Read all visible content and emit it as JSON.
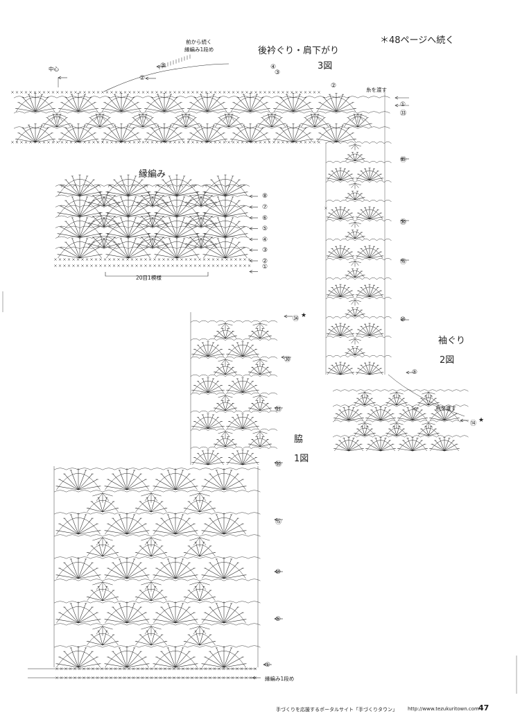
{
  "labels": {
    "continue_note": "＊48ページへ続く",
    "back_neck_title": "後衿ぐり・肩下がり",
    "fig3": "3図",
    "from_front_1": "前から続く",
    "from_front_2": "縁編み1段め",
    "center": "中心",
    "edging_title": "縁編み",
    "repeat_note": "20目1模様",
    "pass_yarn_top": "糸を渡す",
    "pass_yarn_bottom": "糸を渡す",
    "sleeve_title": "袖ぐり",
    "fig2": "2図",
    "side_title": "脇",
    "fig1": "1図",
    "edging_row1": "縁編み1段め",
    "footer_text": "手づくりを応援するポータルサイト「手づくりタウン」",
    "footer_url": "http://www.tezukuritown.com",
    "page_number": "47"
  },
  "row_markers": {
    "edging_rows": [
      "⑧",
      "⑦",
      "⑥",
      "⑤",
      "④",
      "③",
      "②",
      "①"
    ],
    "top_neck": [
      "④",
      "③",
      "②",
      "③",
      "②",
      "①"
    ],
    "right_strip": [
      "㉝",
      "㉕",
      "⑳",
      "⑮",
      "⑩",
      "⑤",
      "⑭"
    ],
    "side_strip": [
      "㉞",
      "㉚",
      "㉕",
      "⑳",
      "⑮",
      "⑩",
      "⑤",
      "①"
    ]
  },
  "colors": {
    "ink": "#222222",
    "paper": "#ffffff"
  }
}
